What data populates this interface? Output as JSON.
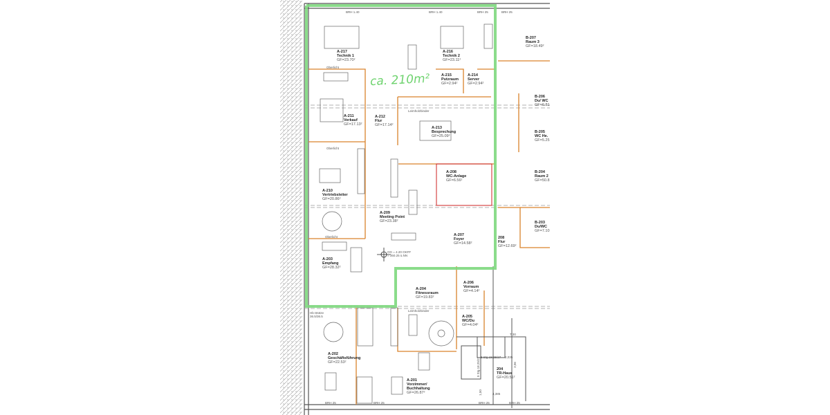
{
  "annotation": {
    "text": "ca. 210m²",
    "color": "#6fd36f"
  },
  "colors": {
    "outline": "#7ed87e",
    "wall_finish": "#d9822b",
    "wall": "#555555",
    "wc_wall": "#cc2222"
  },
  "rooms": [
    {
      "id": "A-217",
      "name": "Technik 1",
      "area": "GF=23.70²"
    },
    {
      "id": "A-216",
      "name": "Technik 2",
      "area": "GF=23.11²"
    },
    {
      "id": "B-207",
      "name": "Raum 3",
      "area": "GF=18.49²"
    },
    {
      "id": "A-215",
      "name": "Putzraum",
      "area": "GF=2.94²"
    },
    {
      "id": "A-214",
      "name": "Server",
      "area": "GF=2.94²"
    },
    {
      "id": "A-211",
      "name": "Verkauf",
      "area": "GF=17.13²"
    },
    {
      "id": "A-212",
      "name": "Flur",
      "area": "GF=17.14²"
    },
    {
      "id": "A-213",
      "name": "Besprechung",
      "area": "GF=25.09²"
    },
    {
      "id": "B-206",
      "name": "Du/ WC",
      "area": "GF=6.81"
    },
    {
      "id": "B-205",
      "name": "WC He.",
      "area": "GF=5.25"
    },
    {
      "id": "A-210",
      "name": "Vertriebsleiter",
      "area": "GF=20.86²"
    },
    {
      "id": "A-208",
      "name": "WC-Anlage",
      "area": "GF=6.56²"
    },
    {
      "id": "B-204",
      "name": "Raum 2",
      "area": "GF=50.8"
    },
    {
      "id": "A-209",
      "name": "Meeting Point",
      "area": "GF=23.38²"
    },
    {
      "id": "A-207",
      "name": "Foyer",
      "area": "GF=14.58²"
    },
    {
      "id": "208",
      "name": "Flur",
      "area": "GF=12.69²"
    },
    {
      "id": "B-203",
      "name": "Du/WC",
      "area": "GF=7.10"
    },
    {
      "id": "A-203",
      "name": "Empfang",
      "area": "GF=28.32²"
    },
    {
      "id": "A-204",
      "name": "Fitnessraum",
      "area": "GF=19.83²"
    },
    {
      "id": "A-206",
      "name": "Vorraum",
      "area": "GF=4.14²"
    },
    {
      "id": "A-205",
      "name": "WC/Du",
      "area": "GF=4.04²"
    },
    {
      "id": "A-202",
      "name": "Geschäftsführung",
      "area": "GF=22.53²"
    },
    {
      "id": "A-201",
      "name": "Vorzimmer/ Buchhaltung",
      "area": "GF=26.87²"
    },
    {
      "id": "204",
      "name": "TR-Haus",
      "area": "GF=20.51²"
    }
  ],
  "notes": {
    "brh_140": "BRH 1.40",
    "brh_25": "BRH 25",
    "oberlicht": "Oberlicht",
    "leimholzbinder": "Leimholzbinder",
    "stuetze": "Hb-Stütze 36.5/36.5",
    "level": "OG = 4.20 OKFF = 350.25 ü.NN",
    "t30": "T 30",
    "stair1": "8 Stg 18.25/27",
    "stair2": "9 Stg 18.25/27",
    "dim1": "2,035",
    "dim2": "3,06",
    "dim3": "4,385",
    "dim4": "1,50"
  }
}
